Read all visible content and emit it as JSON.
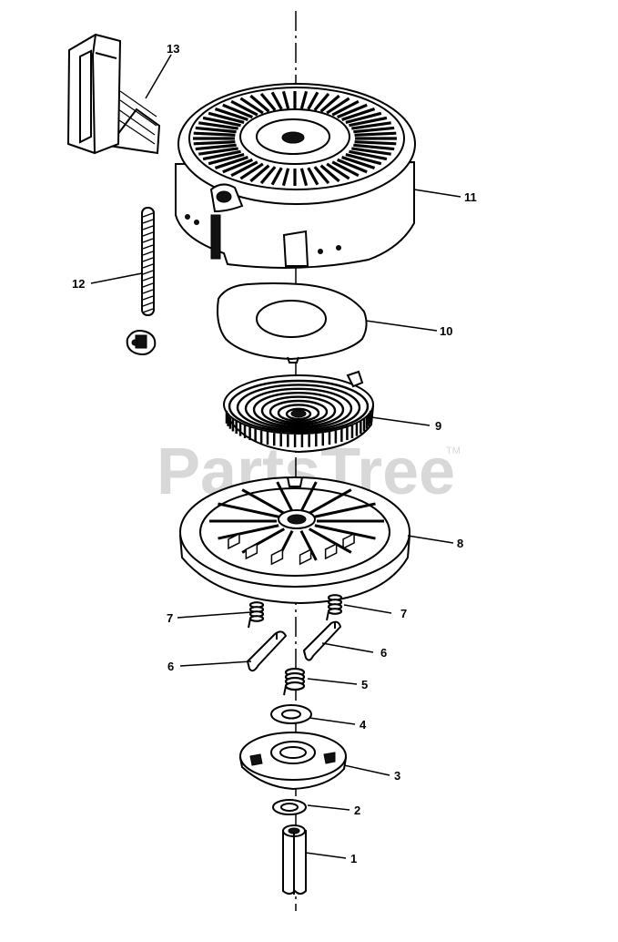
{
  "watermark": {
    "text": "PartsTree",
    "trademark": "TM"
  },
  "callouts": [
    {
      "id": "13",
      "label": "13"
    },
    {
      "id": "11",
      "label": "11"
    },
    {
      "id": "12",
      "label": "12"
    },
    {
      "id": "10",
      "label": "10"
    },
    {
      "id": "9",
      "label": "9"
    },
    {
      "id": "8",
      "label": "8"
    },
    {
      "id": "7-left",
      "label": "7"
    },
    {
      "id": "7-right",
      "label": "7"
    },
    {
      "id": "6-left",
      "label": "6"
    },
    {
      "id": "6-right",
      "label": "6"
    },
    {
      "id": "5",
      "label": "5"
    },
    {
      "id": "4",
      "label": "4"
    },
    {
      "id": "3",
      "label": "3"
    },
    {
      "id": "2",
      "label": "2"
    },
    {
      "id": "1",
      "label": "1"
    }
  ]
}
